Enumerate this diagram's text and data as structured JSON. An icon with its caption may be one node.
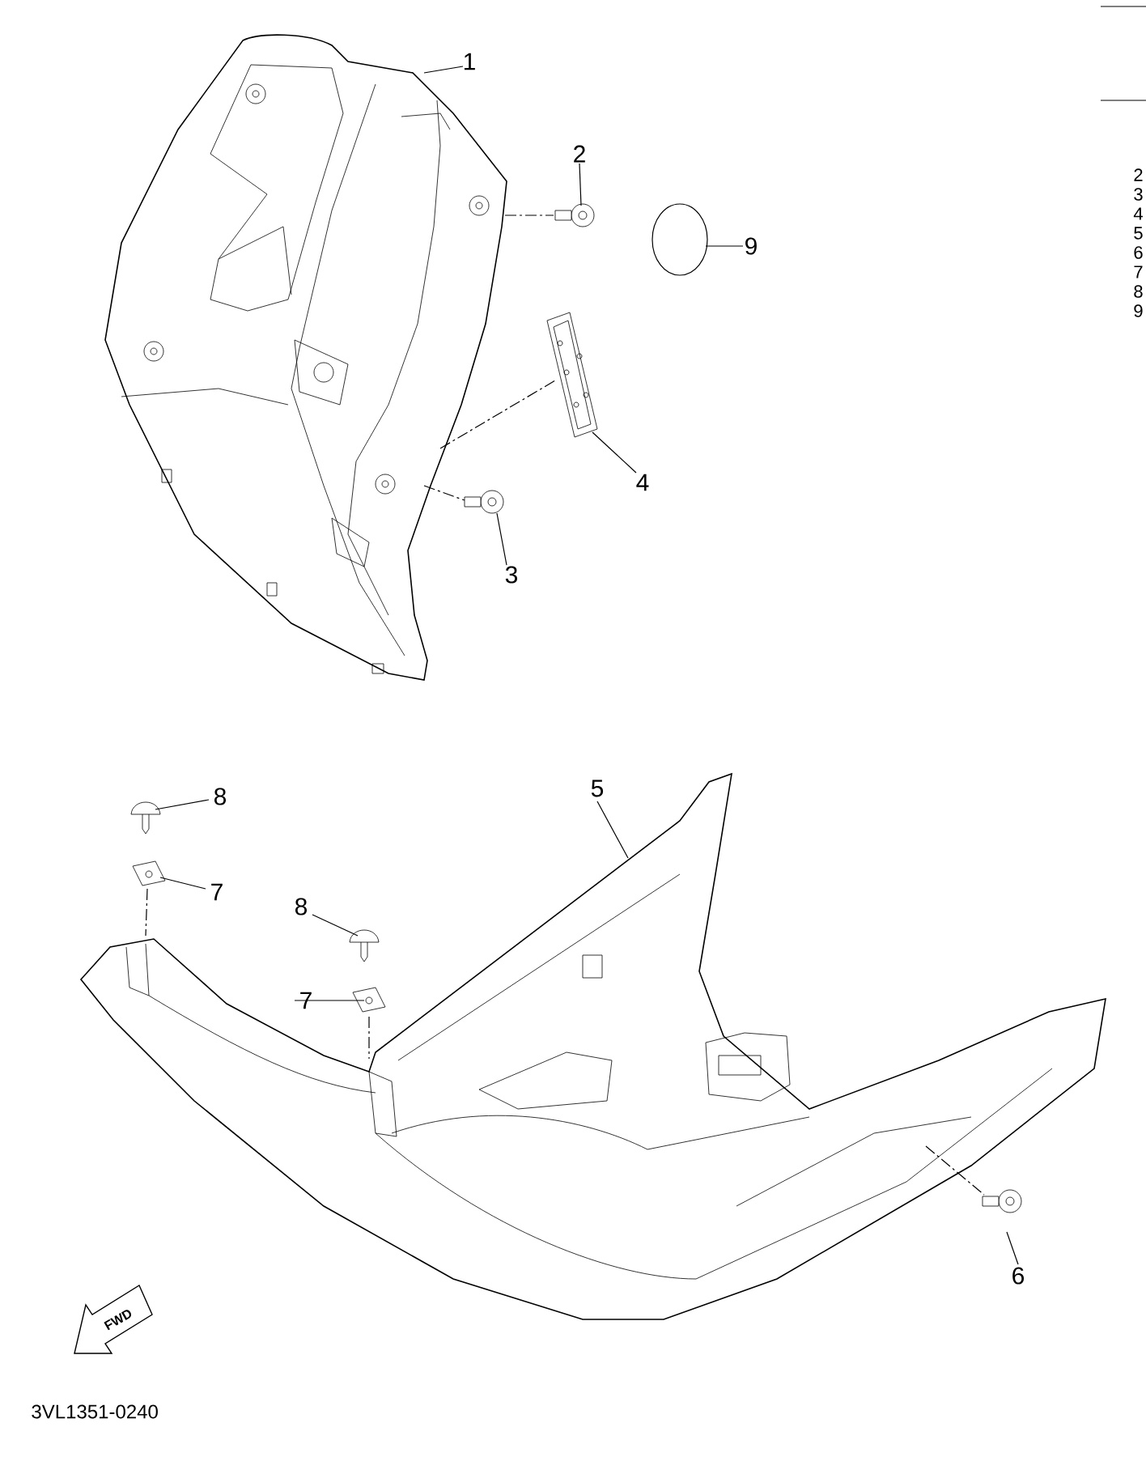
{
  "diagram": {
    "nodes": [
      {
        "text": [
          "1"
        ]
      },
      {
        "text": [],
        "shape": "picture"
      },
      {
        "text": [
          "2"
        ]
      },
      {
        "text": [],
        "shape": "picture"
      },
      {
        "text": [
          "9"
        ]
      },
      {
        "text": [],
        "shape": "circle"
      },
      {
        "text": [],
        "shape": "picture"
      },
      {
        "text": [
          "4"
        ]
      },
      {
        "text": [],
        "shape": "picture"
      },
      {
        "text": [
          "3"
        ]
      },
      {
        "text": [
          "8"
        ]
      },
      {
        "text": [],
        "shape": "picture"
      },
      {
        "text": [
          "7"
        ]
      },
      {
        "text": [],
        "shape": "picture"
      },
      {
        "text": [
          "8"
        ]
      },
      {
        "text": [],
        "shape": "picture"
      },
      {
        "text": [
          "7"
        ]
      },
      {
        "text": [],
        "shape": "picture"
      },
      {
        "text": [
          "5"
        ]
      },
      {
        "text": [],
        "shape": "picture"
      },
      {
        "text": [],
        "shape": "picture"
      },
      {
        "text": [
          "6"
        ]
      }
    ],
    "edges": [
      {
        "from": 0,
        "to": 1,
        "arrow": "none"
      },
      {
        "from": 2,
        "to": 3,
        "arrow": "none"
      },
      {
        "from": 4,
        "to": 5,
        "arrow": "none"
      },
      {
        "from": 7,
        "to": 6,
        "arrow": "none"
      },
      {
        "from": 9,
        "to": 8,
        "arrow": "none"
      },
      {
        "from": 10,
        "to": 11,
        "arrow": "none"
      },
      {
        "from": 12,
        "to": 13,
        "arrow": "none"
      },
      {
        "from": 14,
        "to": 15,
        "arrow": "none"
      },
      {
        "from": 16,
        "to": 17,
        "arrow": "none"
      },
      {
        "from": 18,
        "to": 19,
        "arrow": "none"
      },
      {
        "from": 21,
        "to": 20,
        "arrow": "none"
      },
      {
        "from": 1,
        "to": 3,
        "arrow": "none",
        "style": "dashed"
      },
      {
        "from": 1,
        "to": 6,
        "arrow": "none",
        "style": "dashed"
      },
      {
        "from": 1,
        "to": 8,
        "arrow": "none",
        "style": "dashed"
      },
      {
        "from": 13,
        "to": 19,
        "arrow": "none",
        "style": "dashed"
      },
      {
        "from": 17,
        "to": 19,
        "arrow": "none",
        "style": "dashed"
      },
      {
        "from": 19,
        "to": 20,
        "arrow": "none",
        "style": "dashed"
      }
    ],
    "labels": [
      "2",
      "3",
      "4",
      "5",
      "6",
      "7",
      "8",
      "9",
      "FWD",
      "3VL1351-0240"
    ]
  }
}
